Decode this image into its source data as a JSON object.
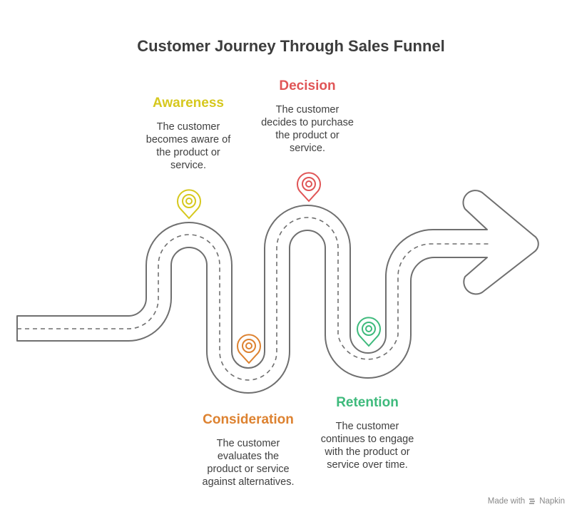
{
  "title": "Customer Journey Through Sales Funnel",
  "stages": [
    {
      "id": "awareness",
      "label": "Awareness",
      "color": "#D6C81E",
      "desc": [
        "The customer",
        "becomes aware of",
        "the product or",
        "service."
      ]
    },
    {
      "id": "consideration",
      "label": "Consideration",
      "color": "#DD8230",
      "desc": [
        "The customer",
        "evaluates the",
        "product or service",
        "against alternatives."
      ]
    },
    {
      "id": "decision",
      "label": "Decision",
      "color": "#E05556",
      "desc": [
        "The customer",
        "decides to purchase",
        "the product or",
        "service."
      ]
    },
    {
      "id": "retention",
      "label": "Retention",
      "color": "#3EBA7C",
      "desc": [
        "The customer",
        "continues to engage",
        "with the product or",
        "service over time."
      ]
    }
  ],
  "watermark": {
    "made_with": "Made with",
    "brand": "Napkin"
  },
  "colors": {
    "road_stroke": "#6f6f6f",
    "title": "#3d3d3d",
    "text": "#3f3f3f"
  }
}
